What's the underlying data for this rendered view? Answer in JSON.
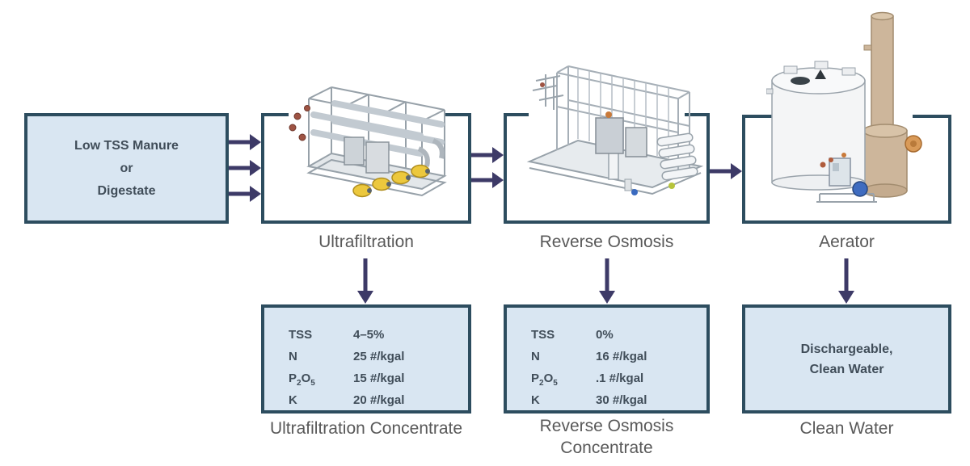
{
  "colors": {
    "box_fill": "#d9e6f2",
    "box_border": "#2d4d5f",
    "arrow": "#3d3a67",
    "caption_text": "#595959",
    "box_text": "#404d59"
  },
  "feed": {
    "line1": "Low TSS Manure",
    "line2": "or",
    "line3": "Digestate"
  },
  "stages": [
    {
      "label": "Ultrafiltration"
    },
    {
      "label": "Reverse Osmosis"
    },
    {
      "label": "Aerator"
    }
  ],
  "outputs": [
    {
      "caption": "Ultrafiltration Concentrate",
      "rows": [
        {
          "param": "TSS",
          "value": "4–5%"
        },
        {
          "param": "N",
          "value": "25 #/kgal"
        },
        {
          "param": "P2O5",
          "value": "15 #/kgal"
        },
        {
          "param": "K",
          "value": "20 #/kgal"
        }
      ]
    },
    {
      "caption_line1": "Reverse Osmosis",
      "caption_line2": "Concentrate",
      "rows": [
        {
          "param": "TSS",
          "value": "0%"
        },
        {
          "param": "N",
          "value": "16 #/kgal"
        },
        {
          "param": "P2O5",
          "value": ".1 #/kgal"
        },
        {
          "param": "K",
          "value": "30 #/kgal"
        }
      ]
    },
    {
      "caption": "Clean Water",
      "line1": "Dischargeable,",
      "line2": "Clean Water"
    }
  ]
}
